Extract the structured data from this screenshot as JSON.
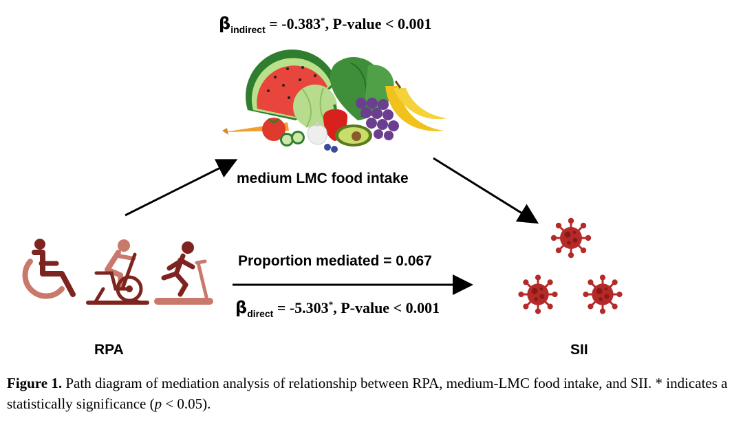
{
  "diagram": {
    "beta_indirect": {
      "symbol": "β",
      "subscript": "indirect",
      "text": " = -0.383",
      "star": "*",
      "pvalue": ", P-value < 0.001"
    },
    "beta_direct": {
      "symbol": "β",
      "subscript": "direct",
      "text": " = -5.303",
      "star": "*",
      "pvalue": ", P-value < 0.001"
    },
    "mediator_label": "medium LMC food intake",
    "proportion_label": "Proportion mediated = 0.067",
    "exposure_label": "RPA",
    "outcome_label": "SII",
    "icons": {
      "exposure": [
        "wheelchair-icon",
        "exercise-bike-icon",
        "treadmill-runner-icon"
      ],
      "mediator": "fruits-vegetables-icon",
      "outcome": "virus-icon"
    },
    "colors": {
      "exposure_light": "#c9786c",
      "exposure_dark": "#7d2420",
      "virus_fill": "#b42a28",
      "virus_dark": "#8a1816",
      "arrow": "#000000"
    }
  },
  "caption": {
    "figure_number": "Figure 1.",
    "text": " Path diagram of mediation analysis of relationship between RPA, medium-LMC food intake, and SII. * indicates a statistically significance (",
    "p_symbol": "p",
    "p_rest": " < 0.05)."
  }
}
